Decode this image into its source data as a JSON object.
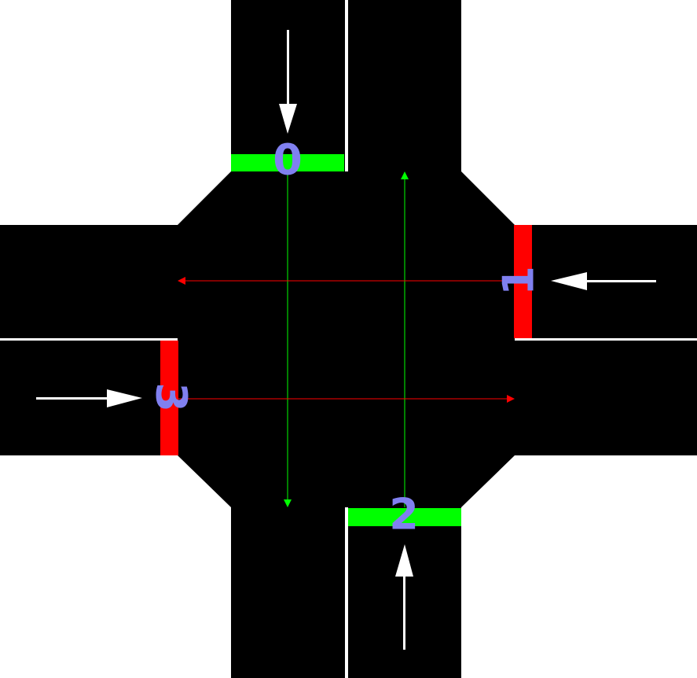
{
  "intersection": {
    "colors": {
      "background": "#ffffff",
      "road": "#000000",
      "marking": "#ffffff",
      "signal_green": "#00ff00",
      "signal_red": "#ff0000",
      "label": "#8080f0",
      "path_green": "#00ff00",
      "path_red": "#ff0000"
    },
    "approaches": [
      {
        "id": "approach-0",
        "label": "0",
        "heading": "southbound",
        "signal": "green"
      },
      {
        "id": "approach-1",
        "label": "1",
        "heading": "westbound",
        "signal": "red"
      },
      {
        "id": "approach-2",
        "label": "2",
        "heading": "northbound",
        "signal": "green"
      },
      {
        "id": "approach-3",
        "label": "3",
        "heading": "eastbound",
        "signal": "red"
      }
    ]
  }
}
